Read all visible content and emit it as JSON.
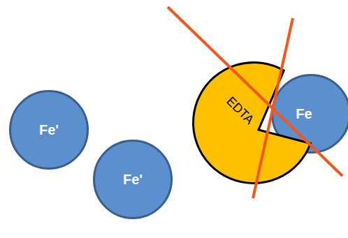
{
  "diagram": {
    "nodes": [
      {
        "text": [
          "Fe'"
        ]
      },
      {
        "text": [
          "Fe'"
        ]
      },
      {
        "text": [
          "EDTA"
        ]
      },
      {
        "text": [
          "Fe"
        ]
      }
    ]
  }
}
